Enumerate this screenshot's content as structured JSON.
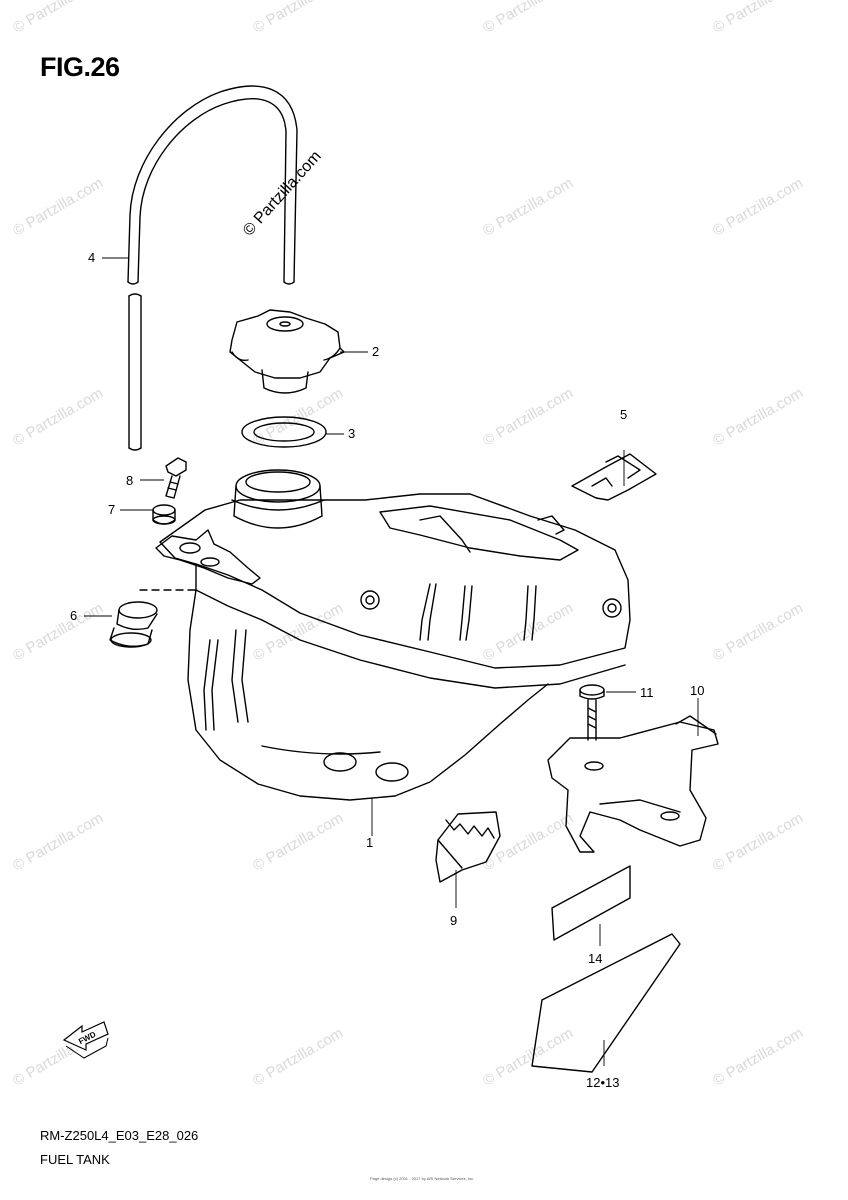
{
  "figure": {
    "title": "FIG.26",
    "model_code": "RM-Z250L4_E03_E28_026",
    "description": "FUEL TANK",
    "footer_note": "Page design (c) 2001 - 2017 by ARI Network Services, Inc."
  },
  "watermark": {
    "text": "© Partzilla.com",
    "color": "#d9d9d9"
  },
  "callouts": [
    "1",
    "2",
    "3",
    "4",
    "5",
    "6",
    "7",
    "8",
    "9",
    "10",
    "11",
    "12•13",
    "14"
  ],
  "direction_badge": "FWD"
}
